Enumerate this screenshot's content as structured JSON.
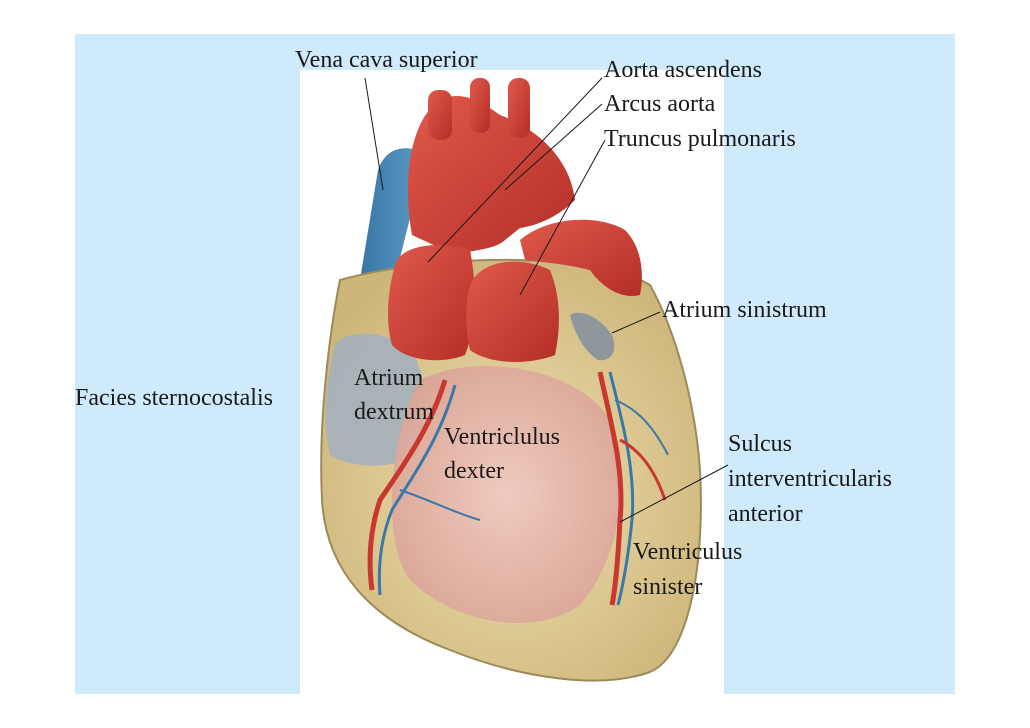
{
  "colors": {
    "background": "#cfeafb",
    "panel": "#ffffff",
    "artery": "#c8382e",
    "vein": "#3b78a8",
    "myocardium": "#e6d39a",
    "ventricle": "#e7b8ad",
    "text": "#1a1a1a"
  },
  "labels": {
    "vena_cava_superior": "Vena cava superior",
    "aorta_ascendens": "Aorta ascendens",
    "arcus_aorta": "Arcus aorta",
    "truncus_pulmonaris": "Truncus pulmonaris",
    "atrium_sinistrum": "Atrium sinistrum",
    "facies_sternocostalis": "Facies sternocostalis",
    "atrium_dextrum_1": "Atrium",
    "atrium_dextrum_2": "dextrum",
    "ventriclulus_dexter_1": "Ventriclulus",
    "ventriclulus_dexter_2": "dexter",
    "sulcus_1": "Sulcus",
    "sulcus_2": "interventricularis",
    "sulcus_3": "anterior",
    "ventriculus_sinister_1": "Ventriculus",
    "ventriculus_sinister_2": "sinister"
  }
}
